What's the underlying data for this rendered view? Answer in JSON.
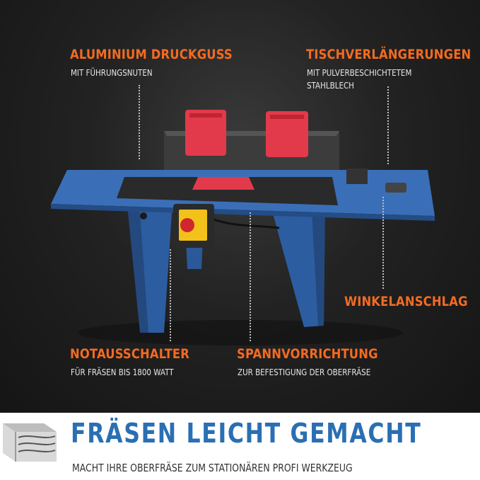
{
  "callouts": {
    "aluminium": {
      "title": "ALUMINIUM DRUCKGUSS",
      "sub": "MIT FÜHRUNGSNUTEN"
    },
    "extension": {
      "title": "TISCHVERLÄNGERUNGEN",
      "sub1": "MIT PULVERBESCHICHTETEM",
      "sub2": "STAHLBLECH"
    },
    "angle": {
      "title": "WINKELANSCHLAG"
    },
    "switch": {
      "title": "NOTAUSSCHALTER",
      "sub": "FÜR FRÄSEN BIS 1800 WATT"
    },
    "clamp": {
      "title": "SPANNVORRICHTUNG",
      "sub": "ZUR BEFESTIGUNG DER OBERFRÄSE"
    }
  },
  "footer": {
    "headline": "FRÄSEN LEICHT GEMACHT",
    "tagline": "MACHT IHRE OBERFRÄSE ZUM STATIONÄREN PROFI WERKZEUG"
  },
  "colors": {
    "accent": "#f36b21",
    "brand_blue": "#2a6fb3",
    "table_blue": "#2d5fa3",
    "fence_red": "#e23a4a"
  }
}
